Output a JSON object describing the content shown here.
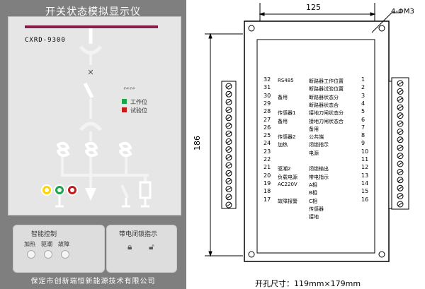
{
  "device": {
    "title": "开关状态模拟显示仪",
    "model": "CXRD-9300",
    "legend": {
      "item1": "工作位",
      "item2": "试验位"
    },
    "bottom_left": {
      "title": "智能控制",
      "items": [
        "加热",
        "驱潮",
        "故障"
      ]
    },
    "bottom_right": {
      "title": "带电闭锁指示"
    },
    "company": "保定市创新瑞恒新能源技术有限公司",
    "colors": {
      "green": "#1aa64a",
      "red": "#c21c1c",
      "yellow": "#ffd400",
      "teal": "#1aa64a",
      "busbar": "#8a1e4a",
      "body": "#7f7f7f"
    }
  },
  "drawing": {
    "width_label": "125",
    "height_label": "186",
    "hole_label": "4-ΦM3",
    "cutout_label": "开孔尺寸：119mm×179mm",
    "left_terminals": [
      {
        "num": "32",
        "label": "RS485"
      },
      {
        "num": "31",
        "label": ""
      },
      {
        "num": "30",
        "label": "备用"
      },
      {
        "num": "29",
        "label": ""
      },
      {
        "num": "28",
        "label": "传感器1"
      },
      {
        "num": "27",
        "label": "备用"
      },
      {
        "num": "26",
        "label": ""
      },
      {
        "num": "25",
        "label": "传感器2"
      },
      {
        "num": "24",
        "label": "加热"
      },
      {
        "num": "23",
        "label": ""
      },
      {
        "num": "22",
        "label": ""
      },
      {
        "num": "21",
        "label": "驱潮2"
      },
      {
        "num": "20",
        "label": "负载电源"
      },
      {
        "num": "19",
        "label": "AC220V"
      },
      {
        "num": "18",
        "label": ""
      },
      {
        "num": "17",
        "label": "故障报警"
      }
    ],
    "right_terminals": [
      {
        "num": "1",
        "label": "断路器工作位置"
      },
      {
        "num": "2",
        "label": "断路器试验位置"
      },
      {
        "num": "3",
        "label": "断路器状态分"
      },
      {
        "num": "4",
        "label": "断路器状态合"
      },
      {
        "num": "5",
        "label": "接地刀闸状态分"
      },
      {
        "num": "6",
        "label": "接地刀闸状态合"
      },
      {
        "num": "7",
        "label": "备用"
      },
      {
        "num": "8",
        "label": "公共端"
      },
      {
        "num": "9",
        "label": "闭锁指示"
      },
      {
        "num": "10",
        "label": "电源"
      },
      {
        "num": "11",
        "label": ""
      },
      {
        "num": "12",
        "label": "闭锁输出"
      },
      {
        "num": "13",
        "label": "带电指示"
      },
      {
        "num": "14",
        "label": "A相"
      },
      {
        "num": "15",
        "label": "B相"
      },
      {
        "num": "16",
        "label": "C相"
      },
      {
        "num": "",
        "label": "传感器"
      },
      {
        "num": "",
        "label": "接地"
      }
    ]
  }
}
